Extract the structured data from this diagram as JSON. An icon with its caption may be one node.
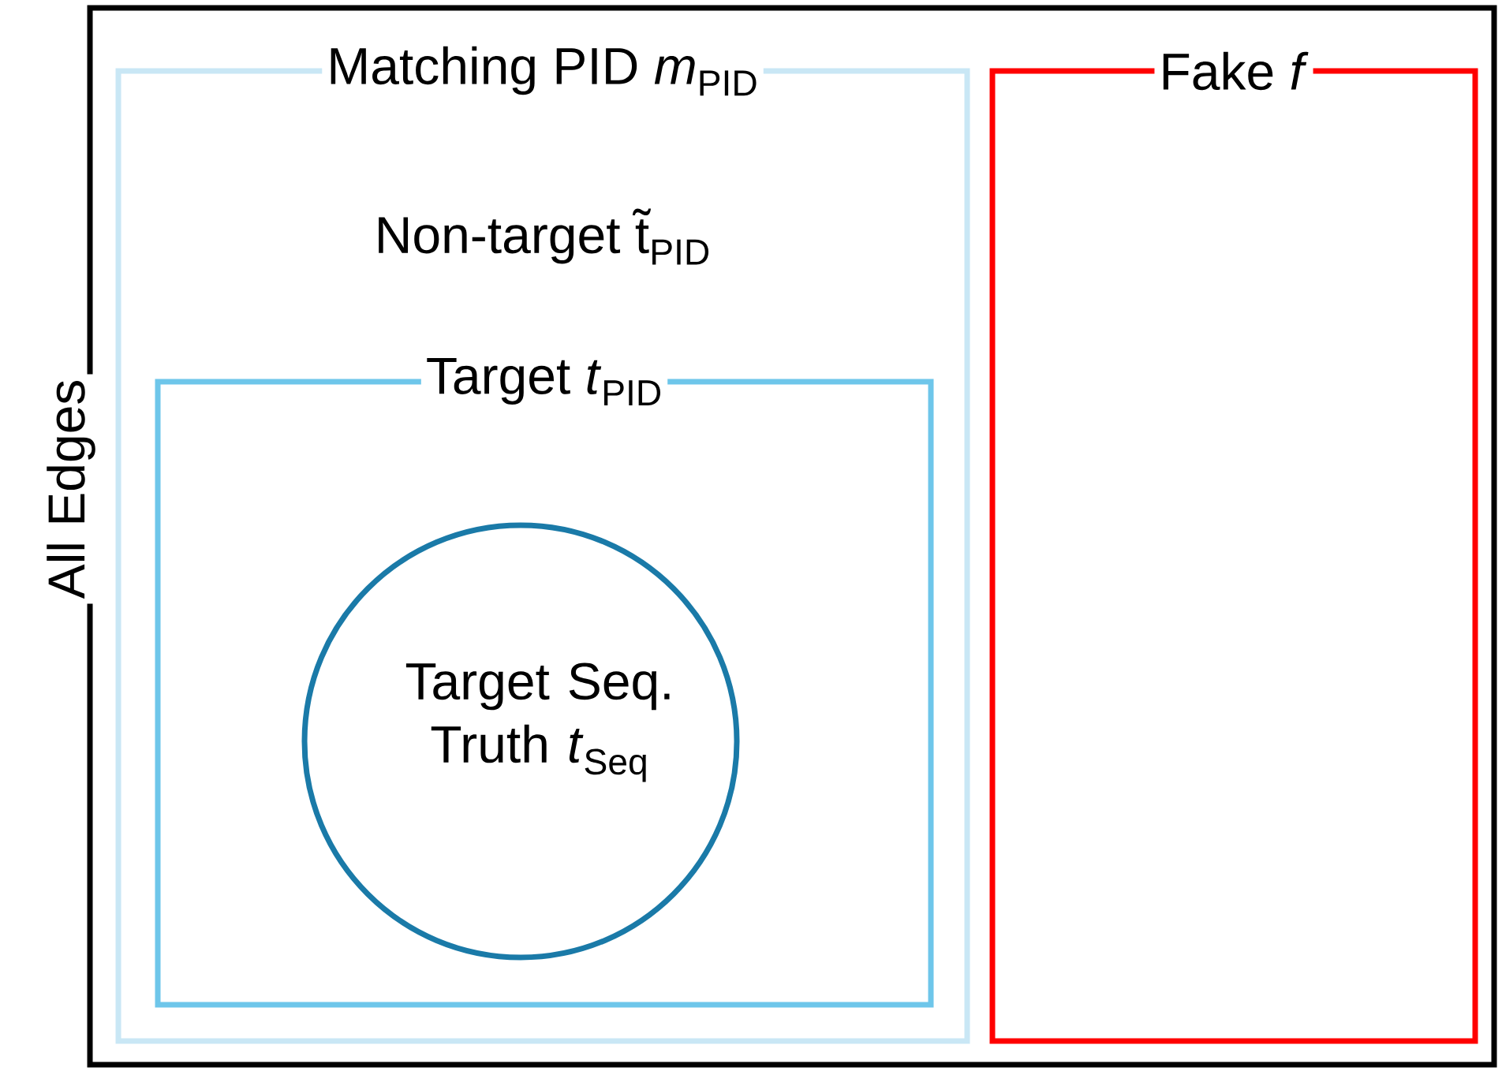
{
  "diagram": {
    "nodes": [
      {
        "text": [
          "All Edges"
        ]
      },
      {
        "text": [
          "Matching PID *m*$_{PID}$",
          "Non-target t̃$_{PID}$"
        ],
        "in": 0
      },
      {
        "text": [
          "Target *t*$_{PID}$"
        ],
        "in": 1
      },
      {
        "text": [
          "Target Seq. Truth *t*$_{Seq}$"
        ],
        "in": 2
      },
      {
        "text": [
          "Fake *f*"
        ],
        "in": 0
      }
    ]
  }
}
